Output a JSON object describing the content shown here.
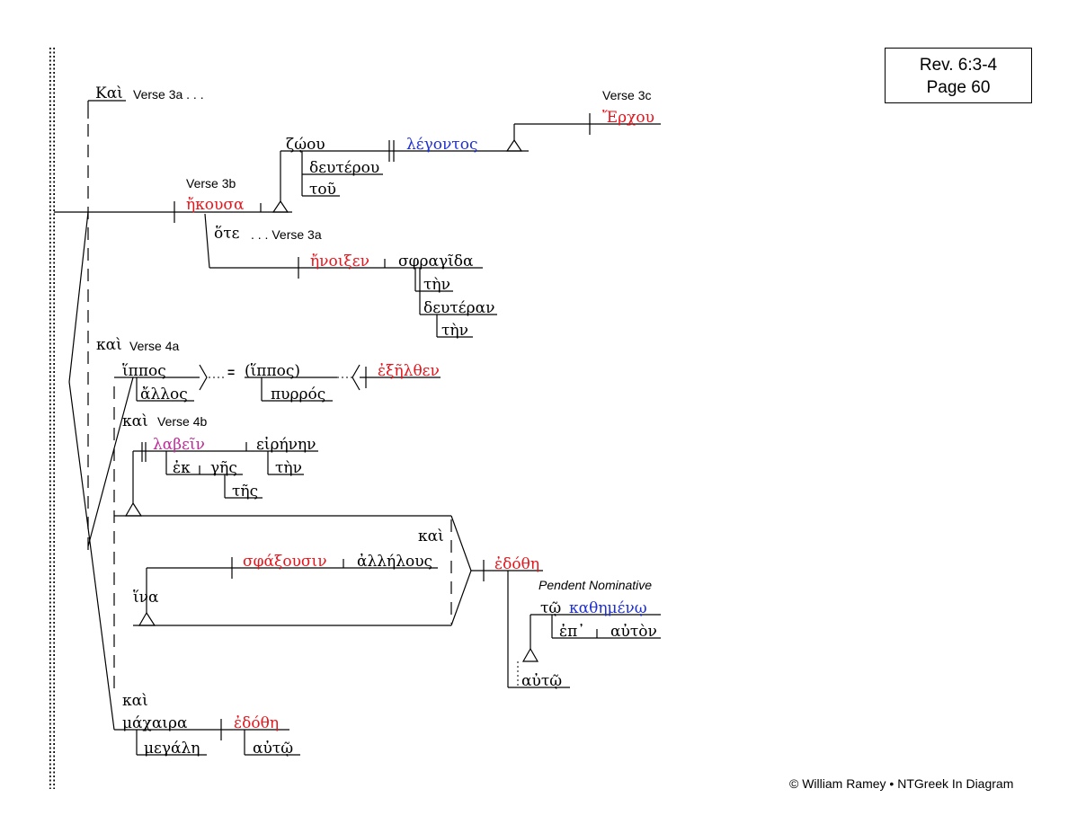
{
  "reference": {
    "line1": "Rev. 6:3-4",
    "line2": "Page 60"
  },
  "copyright": "© William Ramey • NTGreek In Diagram",
  "colors": {
    "verb": "#e8141b",
    "participle": "#1e2fd6",
    "infinitive": "#c0289a",
    "text": "#000000"
  },
  "labels": {
    "verse3a_top": "Verse 3a . . .",
    "verse3b": "Verse 3b",
    "verse3c": "Verse 3c",
    "verse3a_inner": ". . . Verse 3a",
    "verse4a": "Verse 4a",
    "verse4b": "Verse 4b",
    "pendent": "Pendent Nominative"
  },
  "words": {
    "kai_top": "Καὶ",
    "ekousa": "ἤκουσα",
    "zoou": "ζῴου",
    "deuterou": "δευτέρου",
    "tou": "τοῦ",
    "legontos": "λέγοντος",
    "erchou": "Ἔρχου",
    "hote": "ὅτε",
    "enoixen": "ἤνοιξεν",
    "sphragida": "σφραγῖδα",
    "ten1": "τὴν",
    "deuteran": "δευτέραν",
    "ten2": "τὴν",
    "kai_4a": "καὶ",
    "hippos": "ἵππος",
    "equals": "=",
    "hippos_paren": "(ἵππος)",
    "allos": "ἄλλος",
    "pyrros": "πυρρός",
    "exelthen": "ἐξῆλθεν",
    "kai_4b": "καὶ",
    "labein": "λαβεῖν",
    "eirenen": "εἰρήνην",
    "ten3": "τὴν",
    "ek": "ἐκ",
    "ges": "γῆς",
    "tes": "τῆς",
    "kai_mid": "καὶ",
    "sphaxousin": "σφάξουσιν",
    "allelous": "ἀλλήλους",
    "hina": "ἵνα",
    "edothe1": "ἐδόθη",
    "to": "τῷ",
    "kathemeno": "καθημένῳ",
    "ep": "ἐπ᾽",
    "auton": "αὐτὸν",
    "auto1": "αὐτῷ",
    "kai_bottom": "καὶ",
    "machaira": "μάχαιρα",
    "megale": "μεγάλη",
    "edothe2": "ἐδόθη",
    "auto2": "αὐτῷ"
  }
}
